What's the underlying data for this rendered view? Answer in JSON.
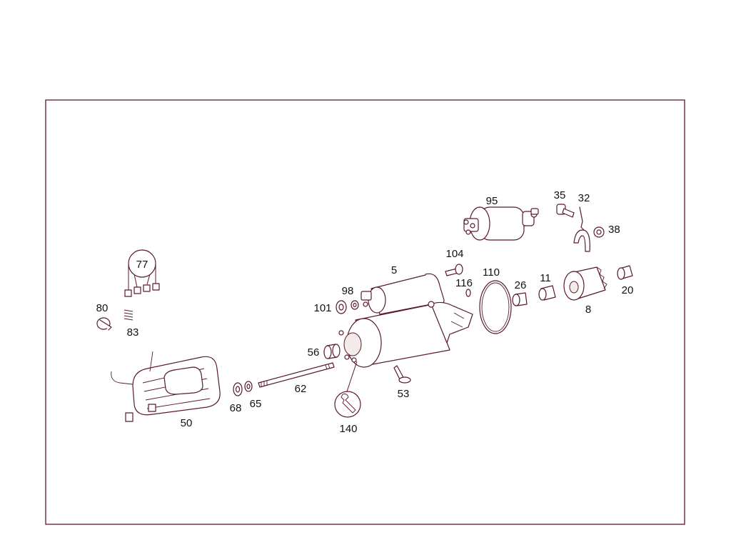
{
  "labels": {
    "p5": "5",
    "p8": "8",
    "p11": "11",
    "p20": "20",
    "p26": "26",
    "p32": "32",
    "p35": "35",
    "p38": "38",
    "p50": "50",
    "p53": "53",
    "p56": "56",
    "p62": "62",
    "p65": "65",
    "p68": "68",
    "p77": "77",
    "p80": "80",
    "p83": "83",
    "p95": "95",
    "p98": "98",
    "p101": "101",
    "p104": "104",
    "p110": "110",
    "p116": "116",
    "p140": "140"
  },
  "colors": {
    "line": "#5a1a2a",
    "text": "#111111",
    "background": "#ffffff"
  },
  "icons": {
    "p140": "wrench-icon"
  }
}
